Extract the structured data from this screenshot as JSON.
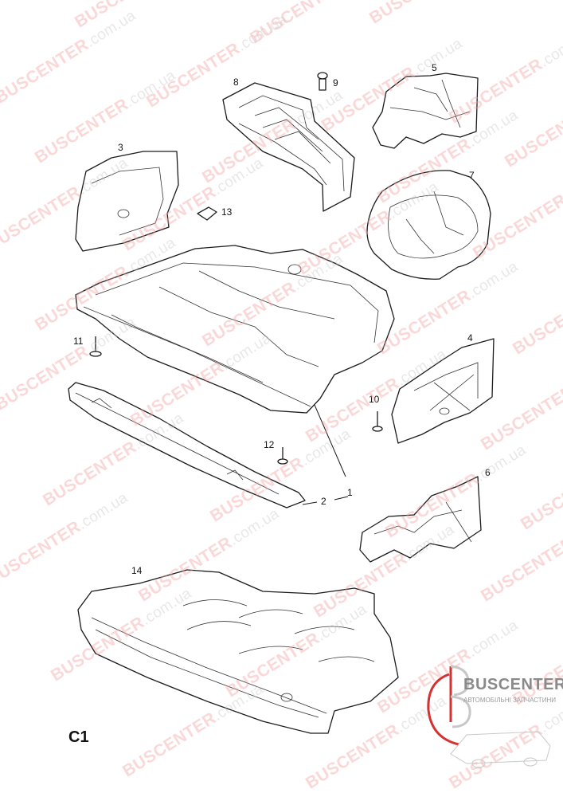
{
  "watermark": {
    "brand": "BUSCENTER",
    "suffix": ".com.ua",
    "colors": {
      "brand": "#f08a8a",
      "suffix": "#bdbdbd"
    }
  },
  "diagram_code": "C1",
  "callouts": [
    "1",
    "2",
    "3",
    "4",
    "5",
    "6",
    "7",
    "8",
    "9",
    "10",
    "11",
    "12",
    "13",
    "14"
  ],
  "logo": {
    "brand": "BUSCENTER",
    "tagline": "АВТОМОБІЛЬНІ ЗАПЧАСТИНИ",
    "colors": {
      "ring": "#d6302f",
      "text": "#8a8a8a"
    }
  }
}
